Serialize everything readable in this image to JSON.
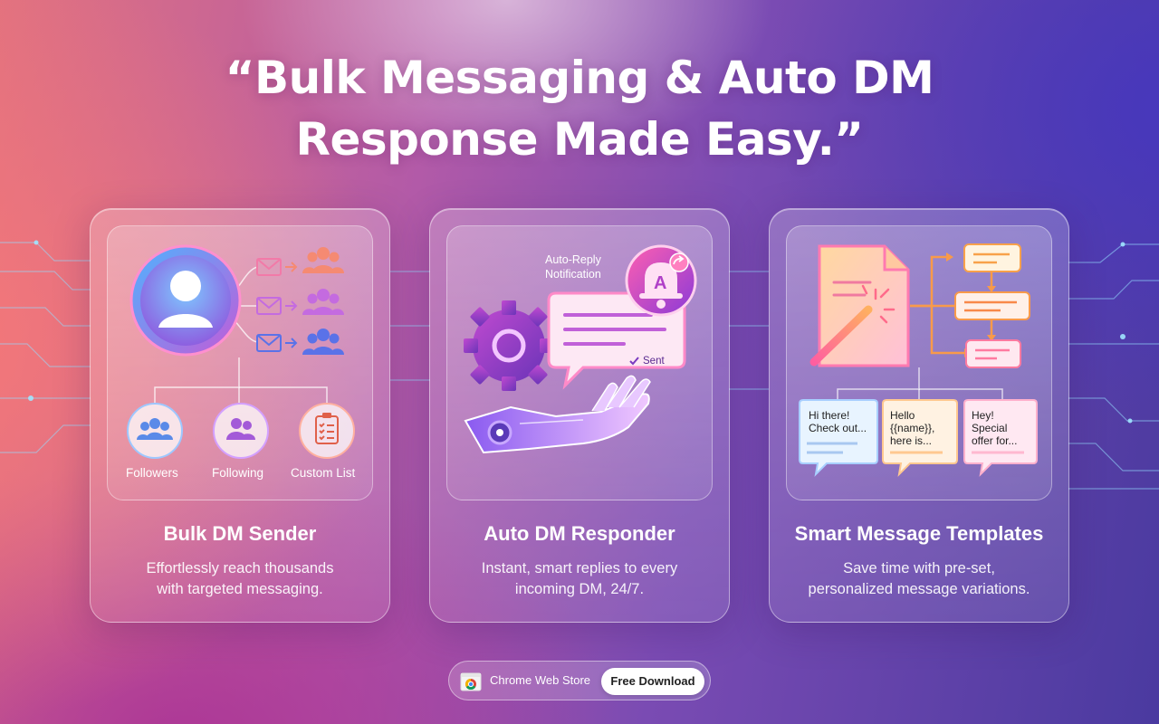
{
  "headline": {
    "line1": "“Bulk Messaging & Auto DM",
    "line2": "Response Made Easy.”"
  },
  "cards": [
    {
      "title": "Bulk DM Sender",
      "description_line1": "Effortlessly reach thousands",
      "description_line2": "with targeted messaging.",
      "illustration": {
        "icons": [
          "user-profile-icon",
          "envelope-icon",
          "group-icon"
        ],
        "sources": [
          "Followers",
          "Following",
          "Custom List"
        ]
      }
    },
    {
      "title": "Auto DM Responder",
      "description_line1": "Instant, smart replies to every",
      "description_line2": "incoming DM, 24/7.",
      "illustration": {
        "notification_label_line1": "Auto-Reply",
        "notification_label_line2": "Notification",
        "sent_label": "Sent",
        "icons": [
          "gear-icon",
          "chat-bubble-icon",
          "bell-icon",
          "robot-hand-icon"
        ]
      }
    },
    {
      "title": "Smart Message Templates",
      "description_line1": "Save time with pre-set,",
      "description_line2": "personalized message variations.",
      "illustration": {
        "icons": [
          "document-icon",
          "magic-wand-icon",
          "flowchart-icon"
        ],
        "templates": [
          {
            "line1": "Hi there!",
            "line2": "Check out..."
          },
          {
            "line1": "Hello",
            "line2": "{{name}},",
            "line3": "here is..."
          },
          {
            "line1": "Hey!",
            "line2": "Special",
            "line3": "offer for..."
          }
        ]
      }
    }
  ],
  "footer": {
    "store_label": "Chrome Web Store",
    "download_button": "Free Download"
  },
  "colors": {
    "pink": "#e2727f",
    "purple": "#7a4bb3",
    "indigo": "#4a3aa0",
    "accent_blue": "#6aa8ff",
    "accent_orange": "#f8a14a"
  }
}
